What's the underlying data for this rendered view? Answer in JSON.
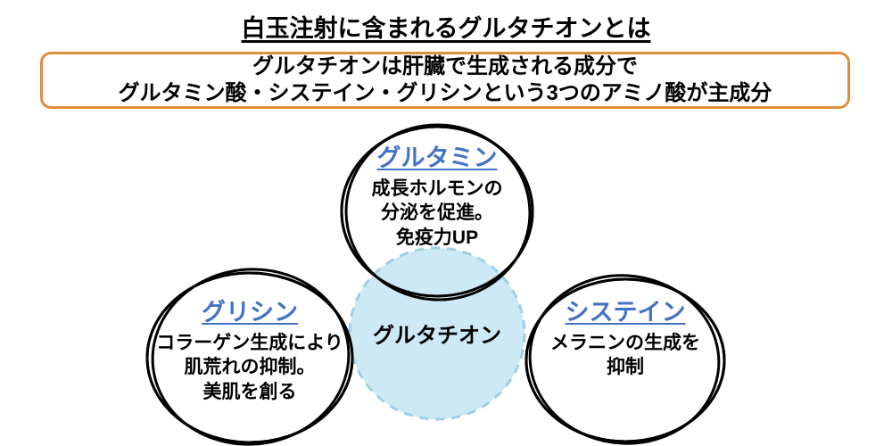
{
  "page": {
    "title": "白玉注射に含まれるグルタチオンとは"
  },
  "intro": {
    "line1": "グルタチオンは肝臓で生成される成分で",
    "line2": "グルタミン酸・システイン・グリシンという3つのアミノ酸が主成分"
  },
  "diagram": {
    "center_label": "グルタチオン",
    "nodes": [
      {
        "title": "グルタミン",
        "desc": "成長ホルモンの\n分泌を促進。\n免疫力UP"
      },
      {
        "title": "グリシン",
        "desc": "コラーゲン生成により\n肌荒れの抑制。\n美肌を創る"
      },
      {
        "title": "システイン",
        "desc": "メラニンの生成を\n抑制"
      }
    ],
    "colors": {
      "node_title_blue": "#4472c4",
      "intro_border_orange": "#e08e3d",
      "center_circle_fill": "#cde9f6",
      "center_circle_dash": "#9fcfe4",
      "circle_outline": "#000000",
      "text_black": "#000000"
    }
  }
}
